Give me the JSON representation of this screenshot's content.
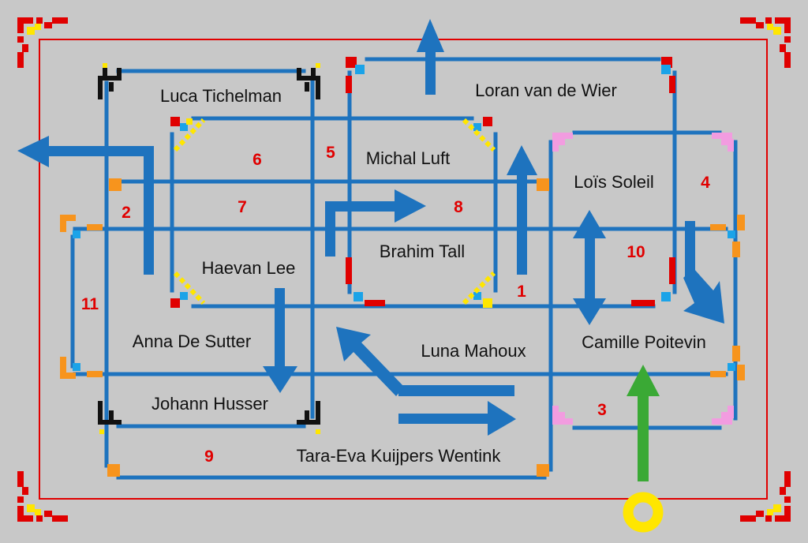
{
  "colors": {
    "background": "#c8c8c8",
    "border": "#e00000",
    "wall": "#1e73be",
    "arrow_blue": "#1e73be",
    "arrow_green": "#3aa935",
    "entrance": "#ffe600",
    "label": "#111111",
    "number": "#e00000"
  },
  "rooms": [
    {
      "name": "Luca Tichelman"
    },
    {
      "name": "Loran van de Wier"
    },
    {
      "name": "Michal Luft"
    },
    {
      "name": "Loïs Soleil"
    },
    {
      "name": "Brahim Tall"
    },
    {
      "name": "Haevan Lee"
    },
    {
      "name": "Anna De Sutter"
    },
    {
      "name": "Luna Mahoux"
    },
    {
      "name": "Camille Poitevin"
    },
    {
      "name": "Johann Husser"
    },
    {
      "name": "Tara-Eva Kuijpers Wentink"
    }
  ],
  "numbers": [
    "6",
    "5",
    "7",
    "8",
    "2",
    "4",
    "10",
    "1",
    "11",
    "3",
    "9"
  ],
  "entrance": {
    "icon": "ring-icon"
  },
  "icons": {
    "arrow": "arrow-icon",
    "corner": "corner-ornament-icon"
  }
}
